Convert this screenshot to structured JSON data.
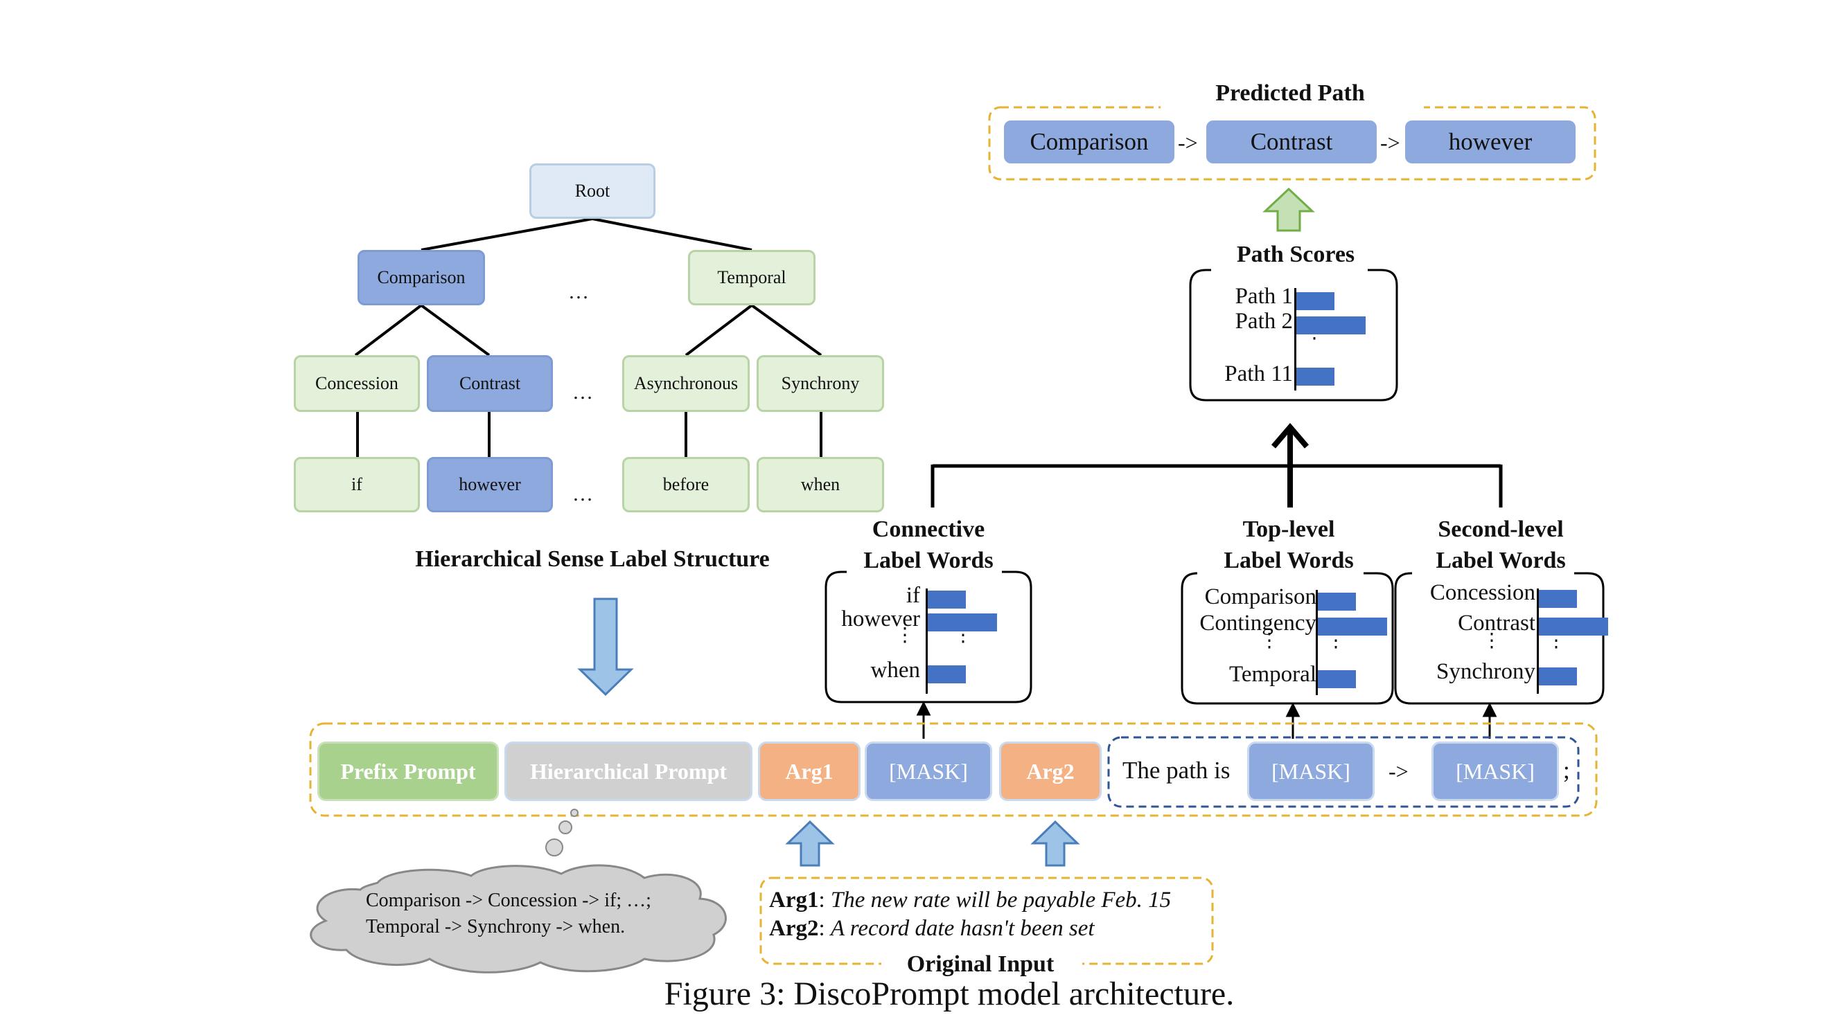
{
  "hierarchy": {
    "title": "Hierarchical Sense Label Structure",
    "root": "Root",
    "level1": [
      "Comparison",
      "Temporal"
    ],
    "level2": [
      "Concession",
      "Contrast",
      "Asynchronous",
      "Synchrony"
    ],
    "leaves": [
      "if",
      "however",
      "before",
      "when"
    ],
    "ellipsis": "…"
  },
  "predicted_path": {
    "title": "Predicted Path",
    "nodes": [
      "Comparison",
      "Contrast",
      "however"
    ],
    "separator": "->"
  },
  "path_scores": {
    "title": "Path Scores",
    "rows": [
      "Path 1",
      "Path 2",
      "Path 11"
    ],
    "values": [
      0.55,
      1.0,
      0.55
    ]
  },
  "verbalizers": {
    "connective": {
      "title_line1": "Connective",
      "title_line2": "Label Words",
      "words": [
        "if",
        "however",
        "when"
      ],
      "values": [
        0.55,
        1.0,
        0.55
      ]
    },
    "top_level": {
      "title_line1": "Top-level",
      "title_line2": "Label Words",
      "words": [
        "Comparison",
        "Contingency",
        "Temporal"
      ],
      "values": [
        0.55,
        1.0,
        0.55
      ]
    },
    "second_level": {
      "title_line1": "Second-level",
      "title_line2": "Label Words",
      "words": [
        "Concession",
        "Contrast",
        "Synchrony"
      ],
      "values": [
        0.55,
        1.0,
        0.55
      ]
    }
  },
  "template": {
    "prefix": "Prefix Prompt",
    "hierarchical": "Hierarchical Prompt",
    "arg1": "Arg1",
    "mask": "[MASK]",
    "arg2": "Arg2",
    "path_text": "The path is",
    "arrow": "->",
    "semicolon": ";"
  },
  "cloud": {
    "line1": "Comparison -> Concession -> if; …;",
    "line2": "Temporal -> Synchrony -> when."
  },
  "original_input": {
    "title": "Original Input",
    "arg1_label": "Arg1",
    "arg1_text": "The new rate will be payable Feb. 15",
    "arg2_label": "Arg2",
    "arg2_text": "A record date hasn't been set",
    "colon": ":"
  },
  "caption": "Figure 3: DiscoPrompt model architecture.",
  "colors": {
    "blue_node": "#8ea9dd",
    "green_node": "#e3f0da",
    "root_node": "#e0eaf6",
    "bar": "#4472c4",
    "orange": "#f4b183",
    "prefix_green": "#a9d18e",
    "gray": "#d0d0d0",
    "dashed_gold": "#e6b333",
    "dashed_blue": "#2f5597",
    "arrow_fill": "#9dc3e6",
    "arrow_green": "#c5e0b4"
  }
}
